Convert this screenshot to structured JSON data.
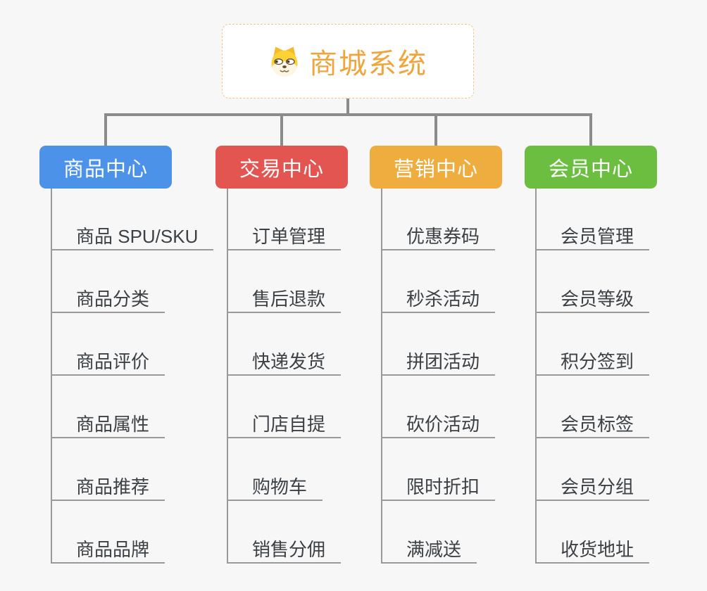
{
  "root": {
    "label": "商城系统",
    "icon": "dog-face-icon",
    "text_color": "#f0a53c",
    "border_color": "#f3c483"
  },
  "colors": {
    "background": "#f7f7f7",
    "connector": "#8b8b8b",
    "leaf_line": "#9a9a9a",
    "leaf_text": "#3c4146"
  },
  "branches": [
    {
      "label": "商品中心",
      "color": "#4b92e8",
      "items": [
        "商品 SPU/SKU",
        "商品分类",
        "商品评价",
        "商品属性",
        "商品推荐",
        "商品品牌"
      ]
    },
    {
      "label": "交易中心",
      "color": "#e25551",
      "items": [
        "订单管理",
        "售后退款",
        "快递发货",
        "门店自提",
        "购物车",
        "销售分佣"
      ]
    },
    {
      "label": "营销中心",
      "color": "#efad3f",
      "items": [
        "优惠券码",
        "秒杀活动",
        "拼团活动",
        "砍价活动",
        "限时折扣",
        "满减送"
      ]
    },
    {
      "label": "会员中心",
      "color": "#6cbe41",
      "items": [
        "会员管理",
        "会员等级",
        "积分签到",
        "会员标签",
        "会员分组",
        "收货地址"
      ]
    }
  ]
}
